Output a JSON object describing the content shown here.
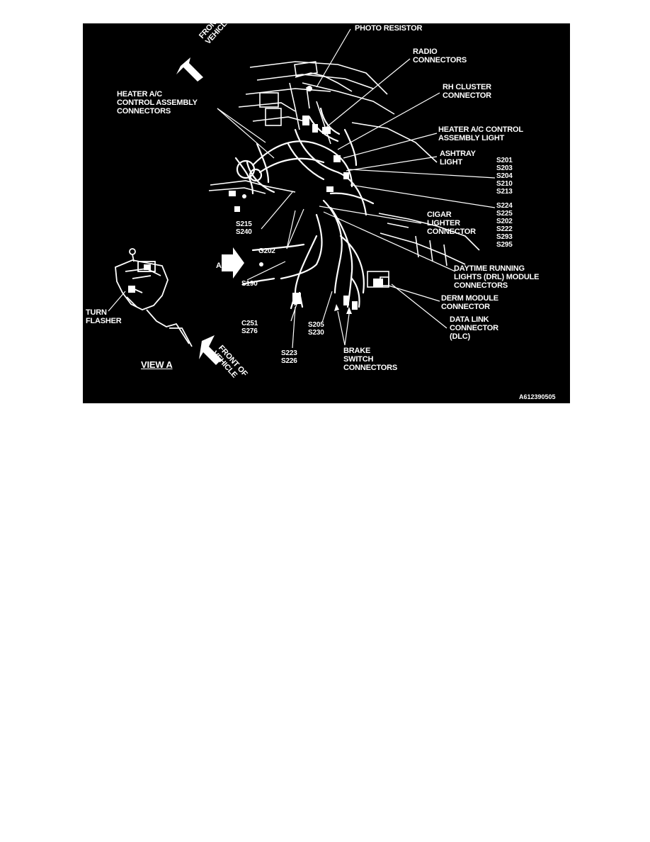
{
  "figure_id": "A612390505",
  "view_a": "VIEW A",
  "front_of_vehicle": [
    "FRONT OF",
    "VEHICLE"
  ],
  "view_marker": "A",
  "labels": {
    "photo_resistor": [
      "PHOTO RESISTOR"
    ],
    "radio_connectors": [
      "RADIO",
      "CONNECTORS"
    ],
    "rh_cluster": [
      "RH CLUSTER",
      "CONNECTOR"
    ],
    "heater_ac_light": [
      "HEATER A/C CONTROL",
      "ASSEMBLY LIGHT"
    ],
    "ashtray_light": [
      "ASHTRAY",
      "LIGHT"
    ],
    "splice_group_1": [
      "S201",
      "S203",
      "S204",
      "S210",
      "S213"
    ],
    "splice_group_2": [
      "S224",
      "S225",
      "S202",
      "S222",
      "S293",
      "S295"
    ],
    "cigar_lighter": [
      "CIGAR",
      "LIGHTER",
      "CONNECTOR"
    ],
    "drl_module": [
      "DAYTIME RUNNING",
      "LIGHTS (DRL) MODULE",
      "CONNECTORS"
    ],
    "derm_module": [
      "DERM MODULE",
      "CONNECTOR"
    ],
    "dlc": [
      "DATA LINK",
      "CONNECTOR",
      "(DLC)"
    ],
    "brake_switch": [
      "BRAKE",
      "SWITCH",
      "CONNECTORS"
    ],
    "s205_s230": [
      "S205",
      "S230"
    ],
    "s223_s226": [
      "S223",
      "S226"
    ],
    "c251_s276": [
      "C251",
      "S276"
    ],
    "s190": [
      "S190"
    ],
    "g202": [
      "G202"
    ],
    "s215_s240": [
      "S215",
      "S240"
    ],
    "heater_ac_control": [
      "HEATER A/C",
      "CONTROL ASSEMBLY",
      "CONNECTORS"
    ],
    "turn_flasher": [
      "TURN",
      "FLASHER"
    ]
  }
}
